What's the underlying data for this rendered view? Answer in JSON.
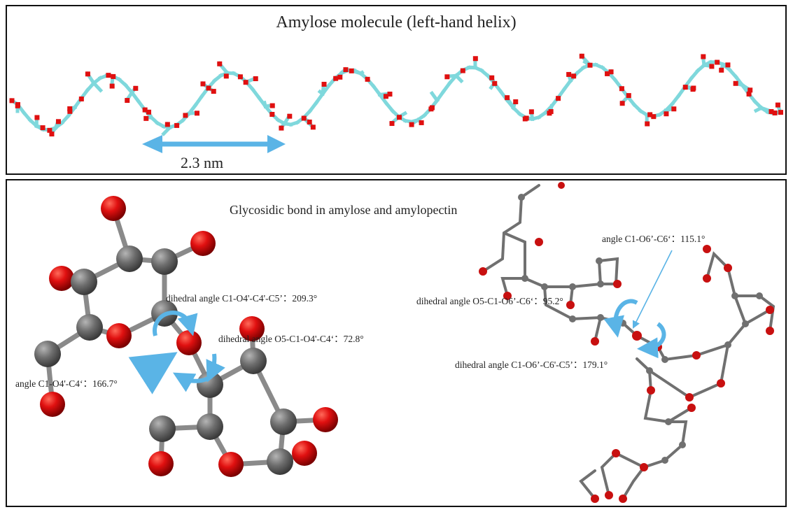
{
  "top_panel": {
    "title": "Amylose molecule (left-hand helix)",
    "scale_label": "2.3 nm"
  },
  "bottom_panel": {
    "title": "Glycosidic bond in amylose and amylopectin",
    "amylose_labels": {
      "dihedral_c1_o4_c4_c5": "dihedral angle C1-O4'-C4'-C5’：209.3°",
      "dihedral_o5_c1_o4_c4": "dihedral angle O5-C1-O4'-C4‘：72.8°",
      "angle_c1_o4_c4": "angle C1-O4'-C4‘：166.7°"
    },
    "amylopectin_labels": {
      "angle_c1_o6_c6": "angle C1-O6’-C6‘：115.1°",
      "dihedral_o5_c1_o6_c6": "dihedral angle O5-C1-O6’-C6‘：95.2°",
      "dihedral_c1_o6_c6_c5": "dihedral angle C1-O6’-C6'-C5’：179.1°"
    }
  },
  "colors": {
    "carbon_stick": "#7fd8dc",
    "oxygen": "#e01010",
    "carbon_ball": "#6e6e6e",
    "arrow": "#5ab4e6",
    "frame": "#111111"
  }
}
